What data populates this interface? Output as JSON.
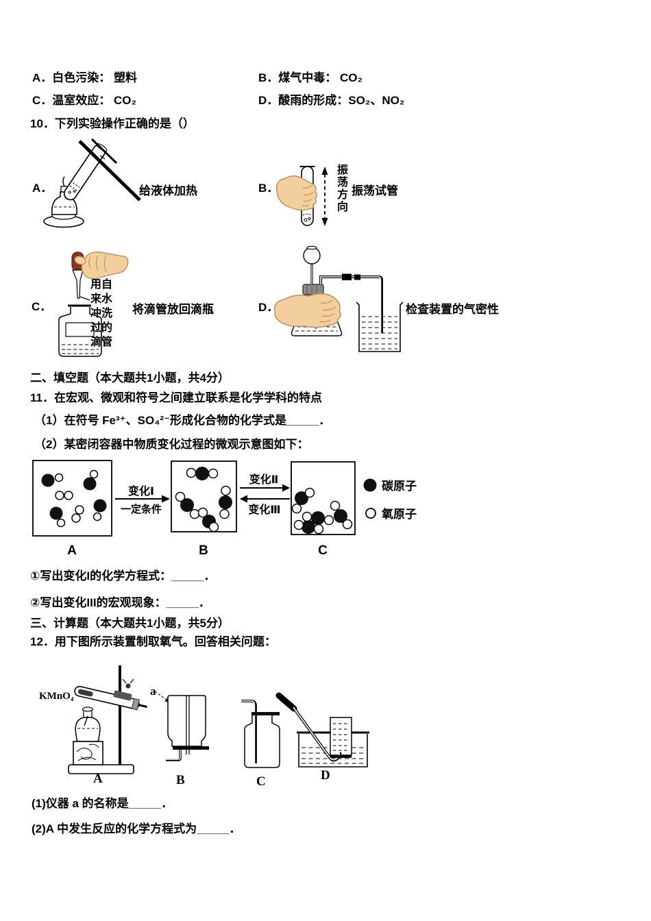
{
  "doc": {
    "q9": {
      "optA": "A．白色污染： 塑料",
      "optB": "B．煤气中毒： CO₂",
      "optC": "C．温室效应： CO₂",
      "optD": "D．酸雨的形成：SO₂、NO₂"
    },
    "q10": {
      "stem": "10．下列实验操作正确的是（）",
      "optA_label": "A．",
      "optA_caption": "给液体加热",
      "optB_label": "B．",
      "optB_caption": "振荡试管",
      "optB_annotation": "振荡方向",
      "optC_label": "C．",
      "optC_caption": "将滴管放回滴瓶",
      "optC_annotation": "用自来水冲洗过的滴管",
      "optD_label": "D．",
      "optD_caption": "检查装置的气密性"
    },
    "section2_heading": "二、填空题（本大题共1小题，共4分）",
    "q11": {
      "stem": "11．在宏观、微观和符号之间建立联系是化学学科的特点",
      "part1": "（1）在符号 Fe³⁺、SO₄²⁻形成化合物的化学式是_____．",
      "part2": "（2）某密闭容器中物质变化过程的微观示意图如下：",
      "diagram": {
        "change1": "变化Ⅰ",
        "condition1": "一定条件",
        "change2": "变化Ⅱ",
        "change3": "变化Ⅲ",
        "legend_carbon": "碳原子",
        "legend_oxygen": "氧原子",
        "label_a": "A",
        "label_b": "B",
        "label_c": "C"
      },
      "sub1": "①写出变化I的化学方程式：_____．",
      "sub2": "②写出变化III的宏观现象：_____．"
    },
    "section3_heading": "三、计算题（本大题共1小题，共5分）",
    "q12": {
      "stem": "12．用下图所示装置制取氧气。回答相关问题：",
      "diagram": {
        "reagent": "KMnO₄",
        "pointer": "a",
        "label_a": "A",
        "label_b": "B",
        "label_c": "C",
        "label_d": "D"
      },
      "part1": "(1)仪器 a 的名称是_____．",
      "part2": "(2)A 中发生反应的化学方程式为_____．"
    }
  },
  "colors": {
    "ink": "#000000",
    "paper": "#ffffff",
    "hand_skin": "#f3cf9e",
    "hand_outline": "#b9905a",
    "dropper_bulb_red": "#8c3522",
    "stopper_gray": "#8a8a8a"
  }
}
